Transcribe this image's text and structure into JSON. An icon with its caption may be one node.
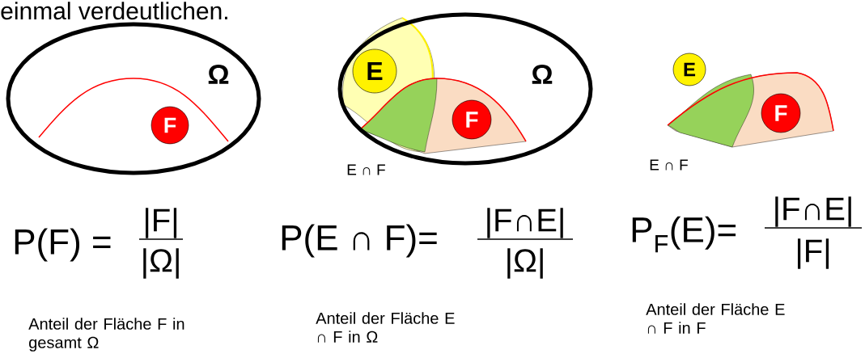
{
  "diagram": {
    "nodes": [
      {
        "text": [],
        "shape": "ellipse"
      },
      {
        "text": [
          "F"
        ],
        "in": 0
      },
      {
        "text": [],
        "shape": "ellipse"
      },
      {
        "text": [
          "E"
        ],
        "in": 2
      },
      {
        "text": [
          "F"
        ],
        "in": 2
      },
      {
        "text": [
          "E"
        ]
      },
      {
        "text": [
          "F"
        ]
      }
    ],
    "labels": [
      "einmal verdeutlichen.",
      "Ω",
      "Ω",
      "E ∩ F",
      "E ∩ F",
      "P(F) =",
      "|F|",
      "|Ω|",
      "P(E ∩ F)=",
      "|F∩E|",
      "|Ω|",
      "P$_{F}$(E)=",
      "|F∩E|",
      "|F|",
      "Anteil der Fläche F in gesamt Ω",
      "Anteil der Fläche E ∩ F in Ω",
      "Anteil der Fläche E ∩ F in F"
    ]
  }
}
